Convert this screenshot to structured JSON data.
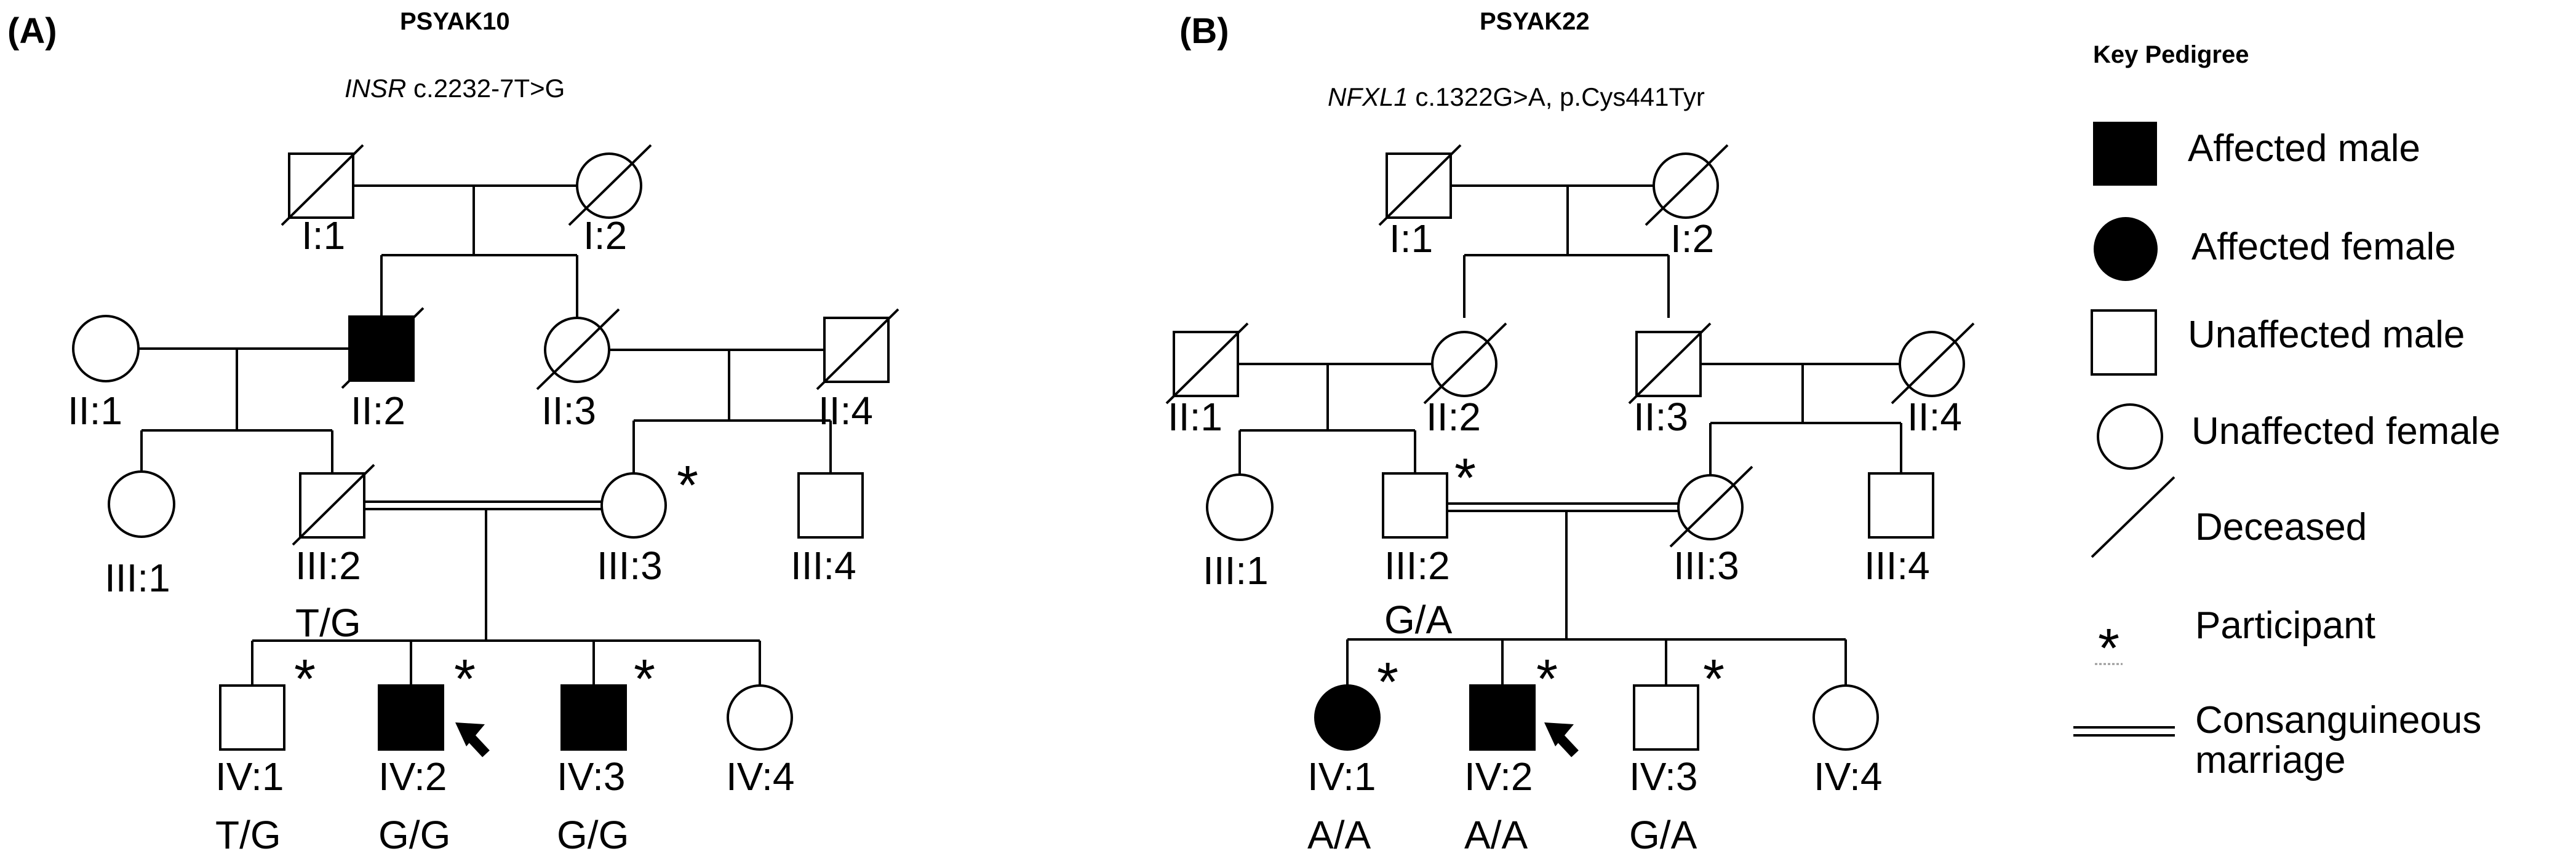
{
  "panels": [
    {
      "panel_label": "(A)",
      "family_id": "PSYAK10",
      "gene": "INSR",
      "variant": "c.2232-7T>G",
      "individuals": {
        "I1": "I:1",
        "I2": "I:2",
        "II1": "II:1",
        "II2": "II:2",
        "II3": "II:3",
        "II4": "II:4",
        "III1": "III:1",
        "III2": "III:2",
        "III3": "III:3",
        "III4": "III:4",
        "IV1": "IV:1",
        "IV2": "IV:2",
        "IV3": "IV:3",
        "IV4": "IV:4"
      },
      "genotypes": {
        "III2": "T/G",
        "IV1": "T/G",
        "IV2": "G/G",
        "IV3": "G/G"
      },
      "participants": [
        "III3",
        "IV1",
        "IV2",
        "IV3"
      ],
      "proband": "IV2",
      "affected": [
        "II2",
        "IV2",
        "IV3"
      ],
      "deceased": [
        "I1",
        "I2",
        "II2",
        "II3",
        "II4",
        "III2"
      ]
    },
    {
      "panel_label": "(B)",
      "family_id": "PSYAK22",
      "gene": "NFXL1",
      "variant": "c.1322G>A, p.Cys441Tyr",
      "individuals": {
        "I1": "I:1",
        "I2": "I:2",
        "II1": "II:1",
        "II2": "II:2",
        "II3": "II:3",
        "II4": "II:4",
        "III1": "III:1",
        "III2": "III:2",
        "III3": "III:3",
        "III4": "III:4",
        "IV1": "IV:1",
        "IV2": "IV:2",
        "IV3": "IV:3",
        "IV4": "IV:4"
      },
      "genotypes": {
        "III2": "G/A",
        "IV1": "A/A",
        "IV2": "A/A",
        "IV3": "G/A"
      },
      "participants": [
        "III2",
        "IV1",
        "IV2",
        "IV3"
      ],
      "proband": "IV2",
      "affected": [
        "IV1",
        "IV2"
      ],
      "deceased": [
        "I1",
        "I2",
        "II1",
        "II2",
        "II3",
        "II4",
        "III3"
      ]
    }
  ],
  "legend": {
    "title": "Key Pedigree",
    "affected_male": "Affected male",
    "affected_female": "Affected female",
    "unaffected_male": "Unaffected male",
    "unaffected_female": "Unaffected female",
    "deceased": "Deceased",
    "participant_mark": "*",
    "participant": "Participant",
    "consanguineous_line1": "Consanguineous",
    "consanguineous_line2": "marriage"
  }
}
